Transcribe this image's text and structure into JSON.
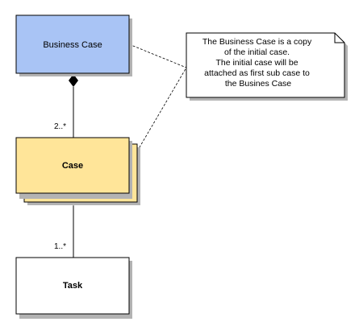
{
  "diagram": {
    "nodes": {
      "business_case": {
        "label": "Business Case",
        "fill": "#a9c4f5"
      },
      "case": {
        "label": "Case",
        "fill": "#ffe599"
      },
      "task": {
        "label": "Task",
        "fill": "#ffffff"
      }
    },
    "edges": {
      "business_case_to_case": {
        "multiplicity": "2..*"
      },
      "case_to_task": {
        "multiplicity": "1..*"
      }
    },
    "note": {
      "lines": [
        "The Business Case is a copy",
        "of the initial case.",
        "The initial case will be",
        "attached as first sub case to",
        "the Busines Case"
      ]
    }
  }
}
